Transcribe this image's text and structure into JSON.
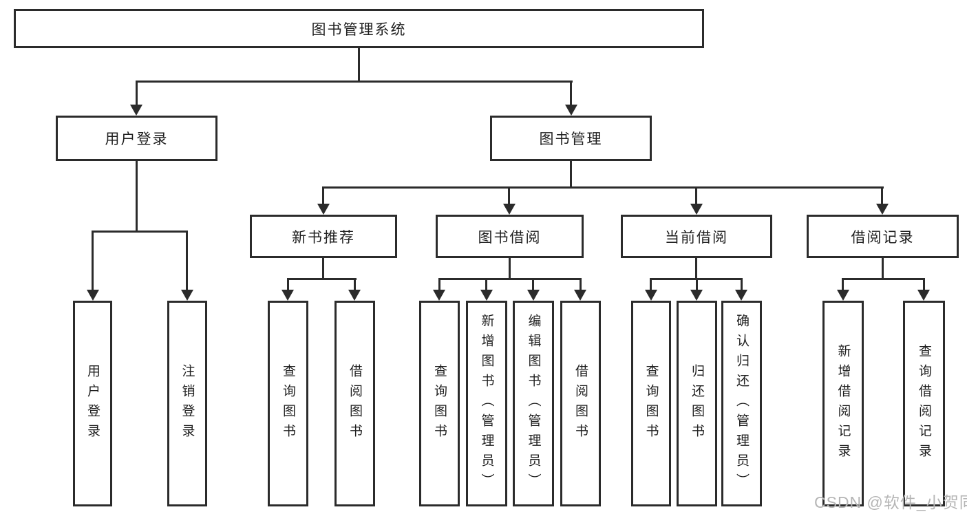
{
  "colors": {
    "background": "#ffffff",
    "line": "#2b2b2b",
    "box_border": "#2b2b2b",
    "text": "#1f1f1f",
    "watermark": "#b5b5b5"
  },
  "watermark": {
    "text": "CSDN @软件_小贺同学"
  },
  "tree": {
    "root": {
      "label": "图书管理系统"
    },
    "branches": {
      "user_login": {
        "label": "用户登录",
        "children": [
          {
            "label": "用户登录"
          },
          {
            "label": "注销登录"
          }
        ]
      },
      "book_management": {
        "label": "图书管理",
        "modules": [
          {
            "label": "新书推荐",
            "children": [
              {
                "label": "查询图书"
              },
              {
                "label": "借阅图书"
              }
            ]
          },
          {
            "label": "图书借阅",
            "children": [
              {
                "label": "查询图书"
              },
              {
                "label": "新增图书（管理员）"
              },
              {
                "label": "编辑图书（管理员）"
              },
              {
                "label": "借阅图书"
              }
            ]
          },
          {
            "label": "当前借阅",
            "children": [
              {
                "label": "查询图书"
              },
              {
                "label": "归还图书"
              },
              {
                "label": "确认归还（管理员）"
              }
            ]
          },
          {
            "label": "借阅记录",
            "children": [
              {
                "label": "新增借阅记录"
              },
              {
                "label": "查询借阅记录"
              }
            ]
          }
        ]
      }
    }
  }
}
